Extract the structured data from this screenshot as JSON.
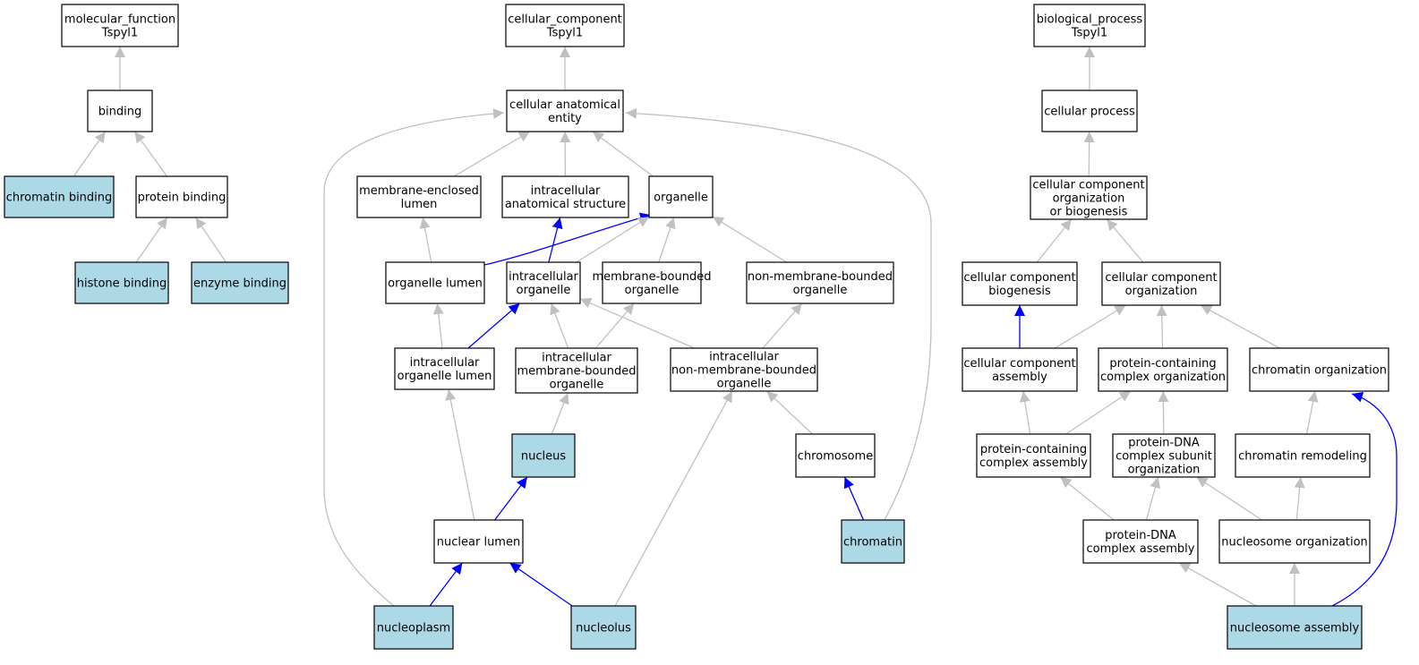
{
  "colors": {
    "background": "#ffffff",
    "node_fill": "#ffffff",
    "highlight_fill": "#add8e6",
    "node_stroke": "#000000",
    "edge_gray": "#c0c0c0",
    "edge_blue": "#0000ff",
    "text": "#000000"
  },
  "nodes": [
    {
      "id": "mf_root",
      "lines": [
        "molecular_function",
        "Tspyl1"
      ],
      "highlight": false
    },
    {
      "id": "binding",
      "lines": [
        "binding"
      ],
      "highlight": false
    },
    {
      "id": "chromatin_binding",
      "lines": [
        "chromatin binding"
      ],
      "highlight": true
    },
    {
      "id": "protein_binding",
      "lines": [
        "protein binding"
      ],
      "highlight": false
    },
    {
      "id": "histone_binding",
      "lines": [
        "histone binding"
      ],
      "highlight": true
    },
    {
      "id": "enzyme_binding",
      "lines": [
        "enzyme binding"
      ],
      "highlight": true
    },
    {
      "id": "cc_root",
      "lines": [
        "cellular_component",
        "Tspyl1"
      ],
      "highlight": false
    },
    {
      "id": "cae",
      "lines": [
        "cellular anatomical",
        "entity"
      ],
      "highlight": false
    },
    {
      "id": "mel",
      "lines": [
        "membrane-enclosed",
        "lumen"
      ],
      "highlight": false
    },
    {
      "id": "ias",
      "lines": [
        "intracellular",
        "anatomical structure"
      ],
      "highlight": false
    },
    {
      "id": "organelle",
      "lines": [
        "organelle"
      ],
      "highlight": false
    },
    {
      "id": "org_lumen",
      "lines": [
        "organelle lumen"
      ],
      "highlight": false
    },
    {
      "id": "ic_org",
      "lines": [
        "intracellular",
        "organelle"
      ],
      "highlight": false
    },
    {
      "id": "mbo",
      "lines": [
        "membrane-bounded",
        "organelle"
      ],
      "highlight": false
    },
    {
      "id": "nmbo",
      "lines": [
        "non-membrane-bounded",
        "organelle"
      ],
      "highlight": false
    },
    {
      "id": "ic_org_lumen",
      "lines": [
        "intracellular",
        "organelle lumen"
      ],
      "highlight": false
    },
    {
      "id": "ic_mbo",
      "lines": [
        "intracellular",
        "membrane-bounded",
        "organelle"
      ],
      "highlight": false
    },
    {
      "id": "ic_nmbo",
      "lines": [
        "intracellular",
        "non-membrane-bounded",
        "organelle"
      ],
      "highlight": false
    },
    {
      "id": "nucleus",
      "lines": [
        "nucleus"
      ],
      "highlight": true
    },
    {
      "id": "chromosome",
      "lines": [
        "chromosome"
      ],
      "highlight": false
    },
    {
      "id": "nuclear_lumen",
      "lines": [
        "nuclear lumen"
      ],
      "highlight": false
    },
    {
      "id": "chromatin",
      "lines": [
        "chromatin"
      ],
      "highlight": true
    },
    {
      "id": "nucleoplasm",
      "lines": [
        "nucleoplasm"
      ],
      "highlight": true
    },
    {
      "id": "nucleolus",
      "lines": [
        "nucleolus"
      ],
      "highlight": true
    },
    {
      "id": "bp_root",
      "lines": [
        "biological_process",
        "Tspyl1"
      ],
      "highlight": false
    },
    {
      "id": "cell_proc",
      "lines": [
        "cellular process"
      ],
      "highlight": false
    },
    {
      "id": "ccob",
      "lines": [
        "cellular component",
        "organization",
        "or biogenesis"
      ],
      "highlight": false
    },
    {
      "id": "ccb",
      "lines": [
        "cellular component",
        "biogenesis"
      ],
      "highlight": false
    },
    {
      "id": "cco",
      "lines": [
        "cellular component",
        "organization"
      ],
      "highlight": false
    },
    {
      "id": "cca",
      "lines": [
        "cellular component",
        "assembly"
      ],
      "highlight": false
    },
    {
      "id": "pcco",
      "lines": [
        "protein-containing",
        "complex organization"
      ],
      "highlight": false
    },
    {
      "id": "chrom_org",
      "lines": [
        "chromatin organization"
      ],
      "highlight": false
    },
    {
      "id": "pcca",
      "lines": [
        "protein-containing",
        "complex assembly"
      ],
      "highlight": false
    },
    {
      "id": "pdna_csuo",
      "lines": [
        "protein-DNA",
        "complex subunit",
        "organization"
      ],
      "highlight": false
    },
    {
      "id": "chrom_rem",
      "lines": [
        "chromatin remodeling"
      ],
      "highlight": false
    },
    {
      "id": "pdna_ca",
      "lines": [
        "protein-DNA",
        "complex assembly"
      ],
      "highlight": false
    },
    {
      "id": "nuc_org",
      "lines": [
        "nucleosome organization"
      ],
      "highlight": false
    },
    {
      "id": "nuc_asm",
      "lines": [
        "nucleosome assembly"
      ],
      "highlight": true
    }
  ],
  "edges": [
    {
      "from": "binding",
      "to": "mf_root",
      "color": "gray"
    },
    {
      "from": "chromatin_binding",
      "to": "binding",
      "color": "gray"
    },
    {
      "from": "protein_binding",
      "to": "binding",
      "color": "gray"
    },
    {
      "from": "histone_binding",
      "to": "protein_binding",
      "color": "gray"
    },
    {
      "from": "enzyme_binding",
      "to": "protein_binding",
      "color": "gray"
    },
    {
      "from": "cae",
      "to": "cc_root",
      "color": "gray"
    },
    {
      "from": "mel",
      "to": "cae",
      "color": "gray"
    },
    {
      "from": "ias",
      "to": "cae",
      "color": "gray"
    },
    {
      "from": "organelle",
      "to": "cae",
      "color": "gray"
    },
    {
      "from": "nucleoplasm",
      "to": "cae",
      "color": "gray"
    },
    {
      "from": "chromatin",
      "to": "cae",
      "color": "gray"
    },
    {
      "from": "org_lumen",
      "to": "mel",
      "color": "gray"
    },
    {
      "from": "org_lumen",
      "to": "organelle",
      "color": "blue"
    },
    {
      "from": "ic_org",
      "to": "ias",
      "color": "blue"
    },
    {
      "from": "ic_org",
      "to": "organelle",
      "color": "gray"
    },
    {
      "from": "mbo",
      "to": "organelle",
      "color": "gray"
    },
    {
      "from": "nmbo",
      "to": "organelle",
      "color": "gray"
    },
    {
      "from": "ic_org_lumen",
      "to": "org_lumen",
      "color": "gray"
    },
    {
      "from": "ic_org_lumen",
      "to": "ic_org",
      "color": "blue"
    },
    {
      "from": "ic_mbo",
      "to": "ic_org",
      "color": "gray"
    },
    {
      "from": "ic_mbo",
      "to": "mbo",
      "color": "gray"
    },
    {
      "from": "ic_nmbo",
      "to": "ic_org",
      "color": "gray"
    },
    {
      "from": "ic_nmbo",
      "to": "nmbo",
      "color": "gray"
    },
    {
      "from": "nucleus",
      "to": "ic_mbo",
      "color": "gray"
    },
    {
      "from": "chromosome",
      "to": "ic_nmbo",
      "color": "gray"
    },
    {
      "from": "nuclear_lumen",
      "to": "ic_org_lumen",
      "color": "gray"
    },
    {
      "from": "nuclear_lumen",
      "to": "nucleus",
      "color": "blue"
    },
    {
      "from": "chromatin",
      "to": "chromosome",
      "color": "blue"
    },
    {
      "from": "nucleoplasm",
      "to": "nuclear_lumen",
      "color": "blue"
    },
    {
      "from": "nucleolus",
      "to": "nuclear_lumen",
      "color": "blue"
    },
    {
      "from": "nucleolus",
      "to": "ic_nmbo",
      "color": "gray"
    },
    {
      "from": "cell_proc",
      "to": "bp_root",
      "color": "gray"
    },
    {
      "from": "ccob",
      "to": "cell_proc",
      "color": "gray"
    },
    {
      "from": "ccb",
      "to": "ccob",
      "color": "gray"
    },
    {
      "from": "cco",
      "to": "ccob",
      "color": "gray"
    },
    {
      "from": "cca",
      "to": "ccb",
      "color": "blue"
    },
    {
      "from": "cca",
      "to": "cco",
      "color": "gray"
    },
    {
      "from": "pcco",
      "to": "cco",
      "color": "gray"
    },
    {
      "from": "chrom_org",
      "to": "cco",
      "color": "gray"
    },
    {
      "from": "pcca",
      "to": "cca",
      "color": "gray"
    },
    {
      "from": "pcca",
      "to": "pcco",
      "color": "gray"
    },
    {
      "from": "pdna_csuo",
      "to": "pcco",
      "color": "gray"
    },
    {
      "from": "chrom_rem",
      "to": "chrom_org",
      "color": "gray"
    },
    {
      "from": "pdna_ca",
      "to": "pcca",
      "color": "gray"
    },
    {
      "from": "pdna_ca",
      "to": "pdna_csuo",
      "color": "gray"
    },
    {
      "from": "nuc_org",
      "to": "pdna_csuo",
      "color": "gray"
    },
    {
      "from": "nuc_org",
      "to": "chrom_rem",
      "color": "gray"
    },
    {
      "from": "nuc_asm",
      "to": "pdna_ca",
      "color": "gray"
    },
    {
      "from": "nuc_asm",
      "to": "nuc_org",
      "color": "gray"
    },
    {
      "from": "nuc_asm",
      "to": "chrom_org",
      "color": "blue"
    }
  ]
}
